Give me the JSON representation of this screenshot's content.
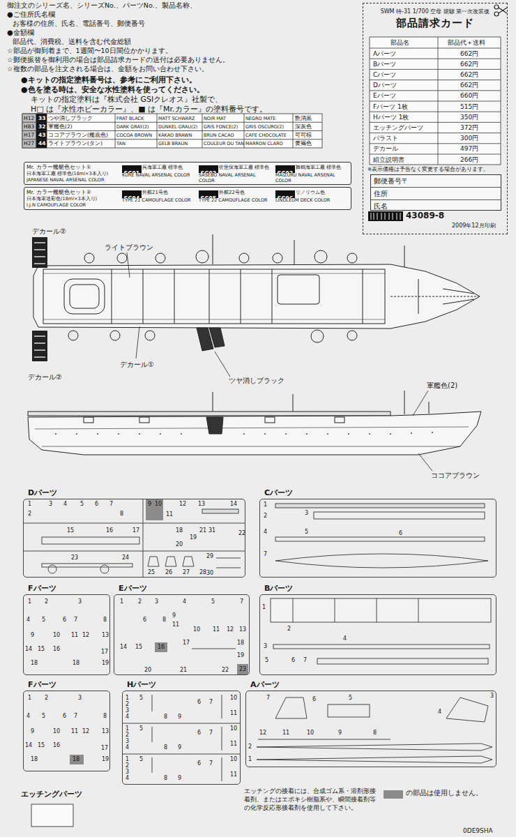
{
  "diagram": {
    "nodes": [
      {
        "text": [
          "SWM 特-31 1/700 空母 龍驤 第一次改装後",
          "部品請求カード"
        ]
      },
      {
        "text": [
          "郵便番号〒",
          "住所",
          "氏名"
        ],
        "in": 0
      },
      {
        "text": [
          "Mr. カラー艦艇色セット①",
          "日本海軍工廠 標準色(18ml×3本入り)",
          "JAPANESE NAVAL ARSENAL COLOR"
        ]
      },
      {
        "text": [
          "SC01"
        ],
        "in": 2
      },
      {
        "text": [
          "SC02"
        ],
        "in": 2
      },
      {
        "text": [
          "SC03"
        ],
        "in": 2
      },
      {
        "text": [
          "Mr. カラー艦艇色セット②",
          "日本海軍迷彩色(18ml×3本入り)",
          "I.J.N CAMOUFLAGE COLOR"
        ]
      },
      {
        "text": [
          "SC04"
        ],
        "in": 6
      },
      {
        "text": [
          "SC05"
        ],
        "in": 6
      },
      {
        "text": [
          "SC06"
        ],
        "in": 6
      },
      {
        "text": [
          "Dパーツ"
        ]
      },
      {
        "text": [
          "Cパーツ"
        ]
      },
      {
        "text": [
          "Fパーツ"
        ]
      },
      {
        "text": [
          "Eパーツ"
        ]
      },
      {
        "text": [
          "Bパーツ"
        ]
      },
      {
        "text": [
          "Fパーツ"
        ]
      },
      {
        "text": [
          "Hパーツ"
        ]
      },
      {
        "text": [
          "Aパーツ"
        ]
      }
    ],
    "labels": [
      "御注文のシリーズ名、シリーズNo.、パーツNo.、製品名称、",
      "●ご住所氏名欄",
      "お客様の住所、氏名、電話番号、郵便番号",
      "●金額欄",
      "部品代、消費税、送料を含む代金総額",
      "☆部品が御到着まで、1週間〜10日間位かかります。",
      "☆郵便振替を御利用の場合は部品請求カードの送付は必要ありません。",
      "☆複数の部品を注文される場合は、金額をお問い合わせ下さい。",
      "●キットの指定塗料番号は、参考にご利用下さい。",
      "●色を塗る時は、安全な水性塗料を使ってください。",
      "キットの指定塗料は『株式会社 GSIクレオス』社製で、",
      "H□ は『水性ホビーカラー』、■ は『Mr.カラー』の塗料番号です。",
      "H12",
      "33",
      "つや消しブラック",
      "FRAT BLACK",
      "MATT SCHWARZ",
      "NOIR MAT",
      "NEGRO MATE",
      "艶消黒",
      "H83",
      "32",
      "軍艦色(2)",
      "DARK GRAY(2)",
      "DUNKEL GRAU(2)",
      "GRIS FONCE(2)",
      "GRIS OSCURO(2)",
      "深灰色",
      "H17",
      "43",
      "ココアブラウン(艦底色)",
      "COCOA BROWN",
      "KAKAO BRAWN",
      "BRUN CACAO",
      "CAFE CHOCOLATE",
      "可可棕",
      "H27",
      "44",
      "ライトブラウン(タン)",
      "TAN",
      "GELB BRAUN",
      "COULEUR DU TAN",
      "MARRON CLARO",
      "黄褐色",
      "呉海軍工廠 標準色",
      "KURE NAVAL ARSENAL COLOR",
      "佐世保海軍工廠 標準色",
      "SASEBO NAVAL ARSENAL COLOR",
      "舞鶴海軍工廠 標準色",
      "MAIZURU NAVAL ARSENAL COLOR",
      "外舷21号色",
      "TYPE 21 CAMOUFLAGE COLOR",
      "外舷22号色",
      "TYPE 22 CAMOUFLAGE COLOR",
      "リノリウム色",
      "LINOLEUM DECK COLOR",
      "部品名",
      "部品代＋送料",
      "Aパーツ",
      "662円",
      "Bパーツ",
      "662円",
      "Cパーツ",
      "662円",
      "Dパーツ",
      "662円",
      "Eパーツ",
      "660円",
      "Fパーツ 1枚",
      "515円",
      "Hパーツ 1枚",
      "350円",
      "エッチングパーツ",
      "372円",
      "バラスト",
      "300円",
      "デカール",
      "497円",
      "組立説明書",
      "266円",
      "※表示価格は予告なく変更する場合があります。",
      "43089-8",
      "2009年12月印刷",
      "デカール②",
      "ライトブラウン",
      "デカール①",
      "デカール②",
      "ツヤ消しブラック",
      "軍艦色(2)",
      "ココアブラウン",
      "エッチングパーツ",
      "エッチングの接着には、合成ゴム系・溶剤形接着剤、またはエポキシ樹脂系や、瞬間接着剤等の化学反応形接着剤を使用して下さい。",
      "0DE9SHA",
      "1",
      "3",
      "4",
      "5",
      "6",
      "7",
      "2",
      "8",
      "9",
      "10",
      "11",
      "12",
      "13",
      "14",
      "15",
      "16",
      "17",
      "18",
      "19",
      "20",
      "21",
      "31",
      "22",
      "23",
      "24",
      "29",
      "30",
      "25",
      "26",
      "27",
      "28",
      "1",
      "2",
      "3",
      "4",
      "5",
      "6",
      "7",
      "1",
      "2",
      "3",
      "4",
      "5",
      "6",
      "7",
      "8",
      "9",
      "10",
      "11",
      "12",
      "13",
      "14",
      "15",
      "16",
      "17",
      "18",
      "18",
      "19",
      "1",
      "2",
      "3",
      "4",
      "5",
      "7",
      "6",
      "8",
      "9",
      "11",
      "10",
      "11",
      "12",
      "13",
      "14",
      "15",
      "16",
      "17",
      "18",
      "19",
      "20",
      "21",
      "22",
      "23",
      "1",
      "2",
      "3",
      "4",
      "5",
      "6",
      "7",
      "1",
      "2",
      "3",
      "4",
      "5",
      "6",
      "7",
      "8",
      "9",
      "10",
      "11",
      "12",
      "13",
      "14",
      "15",
      "16",
      "17",
      "18",
      "18",
      "19",
      "1",
      "5",
      "2",
      "3",
      "4",
      "8",
      "9",
      "6",
      "7",
      "10",
      "11",
      "1",
      "5",
      "2",
      "3",
      "4",
      "8",
      "9",
      "6",
      "7",
      "10",
      "11",
      "1",
      "5",
      "2",
      "3",
      "4",
      "8",
      "9",
      "6",
      "7",
      "10",
      "11",
      "7",
      "6",
      "5",
      "3",
      "4",
      "12",
      "11",
      "10",
      "9",
      "8",
      "2",
      "1"
    ],
    "legend": [
      {
        "text": "の部品は使用しません。",
        "color": "#8c8c8c"
      }
    ]
  }
}
